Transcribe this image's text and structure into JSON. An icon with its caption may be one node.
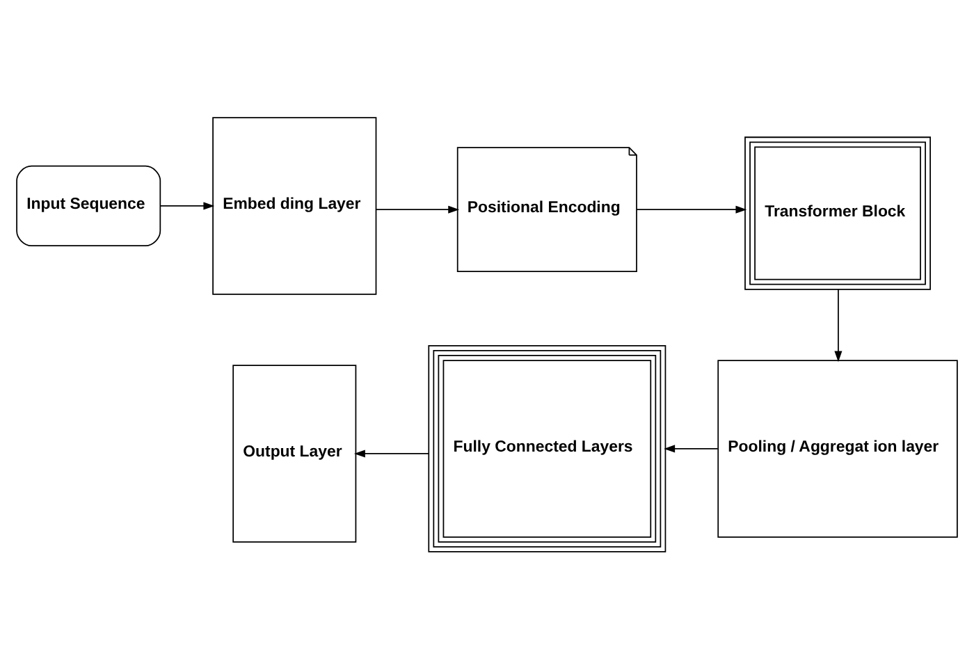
{
  "diagram": {
    "nodes": [
      {
        "text": [
          "Input Sequence"
        ]
      },
      {
        "text": [
          "Embed ding Layer"
        ]
      },
      {
        "text": [
          "Positional Encoding"
        ]
      },
      {
        "text": [
          "Transformer Block"
        ]
      },
      {
        "text": [
          "Pooling / Aggregat ion layer"
        ]
      },
      {
        "text": [
          "Fully Connected Layers"
        ]
      },
      {
        "text": [
          "Output Layer"
        ]
      }
    ],
    "edges": [
      {
        "from": 0,
        "to": 1,
        "arrow": "to"
      },
      {
        "from": 1,
        "to": 2,
        "arrow": "to"
      },
      {
        "from": 2,
        "to": 3,
        "arrow": "to"
      },
      {
        "from": 3,
        "to": 4,
        "arrow": "to"
      },
      {
        "from": 4,
        "to": 5,
        "arrow": "to"
      },
      {
        "from": 5,
        "to": 6,
        "arrow": "to"
      }
    ]
  }
}
